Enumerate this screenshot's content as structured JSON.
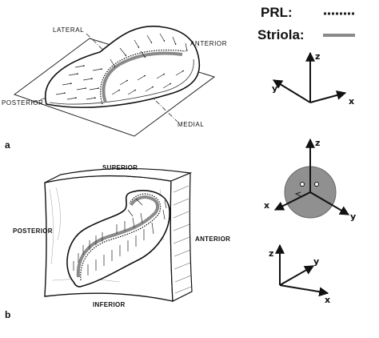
{
  "legend": {
    "prl_label": "PRL:",
    "striola_label": "Striola:",
    "prl_color": "#222222",
    "striola_color": "#8a8a8a"
  },
  "panel_a": {
    "tag": "a",
    "lateral": "LATERAL",
    "anterior": "ANTERIOR",
    "posterior": "POSTERIOR",
    "medial": "MEDIAL"
  },
  "panel_b": {
    "tag": "b",
    "superior": "SUPERIOR",
    "posterior": "POSTERIOR",
    "anterior": "ANTERIOR",
    "inferior": "INFERIOR"
  },
  "axes_top": {
    "z": "z",
    "y": "y",
    "x": "x"
  },
  "axes_mid": {
    "z": "z",
    "x_left": "x",
    "y_right": "y",
    "head_color": "#909090"
  },
  "axes_bottom": {
    "z": "z",
    "y": "y",
    "x": "x"
  }
}
